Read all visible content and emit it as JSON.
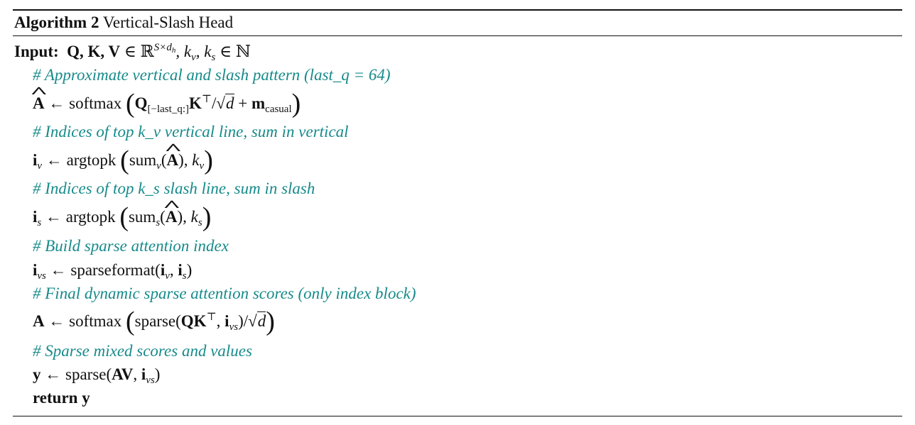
{
  "caption": {
    "label": "Algorithm 2",
    "title": "Vertical-Slash Head"
  },
  "input": {
    "keyword": "Input:",
    "vars": "Q, K, V",
    "in": " ∈ ℝ",
    "sup_main": "S×d",
    "sup_sub": "h",
    "rest_a": ", k",
    "sub_v": "v",
    "rest_b": ", k",
    "sub_s": "s",
    "rest_c": " ∈ ℕ"
  },
  "comments": [
    "# Approximate vertical and slash pattern (last_q = 64)",
    "# Indices of top k_v vertical line, sum in vertical",
    "# Indices of top k_s slash line, sum in slash",
    "# Build sparse attention index",
    "# Final dynamic sparse attention scores (only index block)",
    "# Sparse mixed scores and values"
  ],
  "steps": {
    "ahat": {
      "lhs": "A",
      "arrow": " ← softmax ",
      "q": "Q",
      "q_sub": "[−last_q:]",
      "k": "K",
      "t": "⊤",
      "div": "/√",
      "d": "d",
      "plus": " + ",
      "m": "m",
      "m_sub": "casual"
    },
    "iv": {
      "lhs": "i",
      "lhs_sub": "v",
      "arrow": " ← argtopk ",
      "fn": "sum",
      "fn_sub": "v",
      "a": "A",
      "k": ", k",
      "k_sub": "v"
    },
    "is": {
      "lhs": "i",
      "lhs_sub": "s",
      "arrow": " ← argtopk ",
      "fn": "sum",
      "fn_sub": "s",
      "a": "A",
      "k": ", k",
      "k_sub": "s"
    },
    "ivs": {
      "lhs": "i",
      "lhs_sub": "vs",
      "arrow": " ← sparseformat(",
      "a": "i",
      "a_sub": "v",
      "comma": ", ",
      "b": "i",
      "b_sub": "s",
      "close": ")"
    },
    "a": {
      "lhs": "A",
      "arrow": " ← softmax ",
      "fn": "sparse(",
      "qk": "QK",
      "t": "⊤",
      "comma": ", ",
      "i": "i",
      "i_sub": "vs",
      "div": ")/√",
      "d": "d"
    },
    "y": {
      "lhs": "y",
      "arrow": " ← sparse(",
      "av": "AV",
      "comma": ", ",
      "i": "i",
      "i_sub": "vs",
      "close": ")"
    },
    "ret": {
      "keyword": "return",
      "val": "y"
    }
  }
}
